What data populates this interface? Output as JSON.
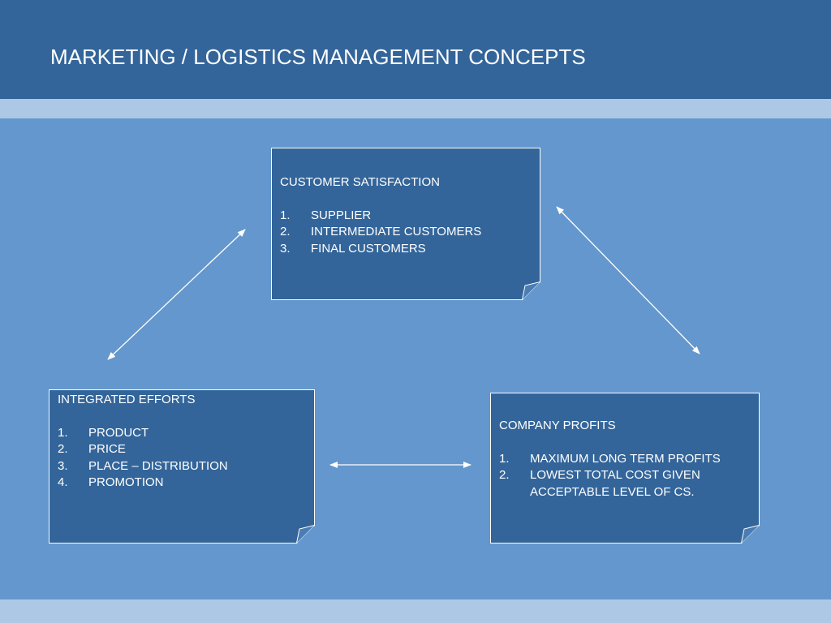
{
  "slide": {
    "title": "MARKETING / LOGISTICS MANAGEMENT CONCEPTS"
  },
  "colors": {
    "background": "#6497cd",
    "header": "#33659a",
    "band": "#adc8e5",
    "box": "#33659a",
    "text": "#ffffff"
  },
  "boxes": {
    "customer_satisfaction": {
      "heading": "CUSTOMER SATISFACTION",
      "items": [
        "SUPPLIER",
        "INTERMEDIATE CUSTOMERS",
        "FINAL CUSTOMERS"
      ]
    },
    "integrated_efforts": {
      "heading": "INTEGRATED EFFORTS",
      "items": [
        "PRODUCT",
        "PRICE",
        "PLACE – DISTRIBUTION",
        "PROMOTION"
      ]
    },
    "company_profits": {
      "heading": "COMPANY PROFITS",
      "items": [
        "MAXIMUM LONG TERM PROFITS",
        "LOWEST TOTAL COST GIVEN ACCEPTABLE LEVEL OF CS."
      ]
    }
  },
  "numbering": [
    "1.",
    "2.",
    "3.",
    "4."
  ]
}
